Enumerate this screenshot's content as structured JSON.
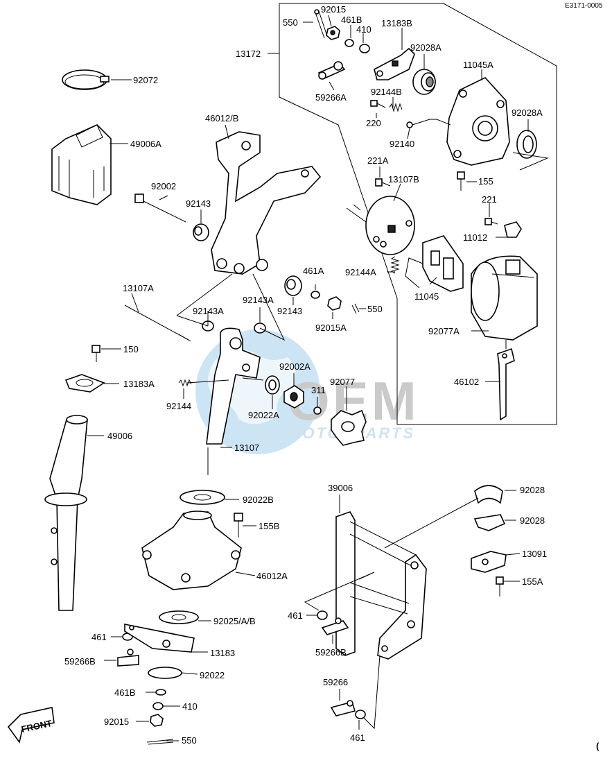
{
  "diagram_code": "E3171-0005",
  "watermark": {
    "brand": "OEM",
    "sub": "MOTORPARTS"
  },
  "front_label": "FRONT",
  "corner_mark": "(",
  "labels": {
    "l550_top": "550",
    "l92015_top": "92015",
    "l461B_top": "461B",
    "l410_top": "410",
    "l13183B": "13183B",
    "l13172": "13172",
    "l92028A_1": "92028A",
    "l11045A": "11045A",
    "l59266A": "59266A",
    "l92144B": "92144B",
    "l220": "220",
    "l92140": "92140",
    "l92028A_2": "92028A",
    "l221A": "221A",
    "l13107B": "13107B",
    "l155": "155",
    "l221": "221",
    "l11012": "11012",
    "l92144A": "92144A",
    "l11045": "11045",
    "l92077A": "92077A",
    "l46102": "46102",
    "l92072": "92072",
    "l49006A": "49006A",
    "l46012B": "46012/B",
    "l92002": "92002",
    "l92143_1": "92143",
    "l461A": "461A",
    "l92143_2": "92143",
    "l92143A_1": "92143A",
    "l92143A_2": "92143A",
    "l92015A": "92015A",
    "l550_mid": "550",
    "l13107A": "13107A",
    "l150": "150",
    "l13183A": "13183A",
    "l92144": "92144",
    "l92002A": "92002A",
    "l92022A": "92022A",
    "l311": "311",
    "l92077": "92077",
    "l49006": "49006",
    "l13107": "13107",
    "l92022B": "92022B",
    "l155B": "155B",
    "l46012A": "46012A",
    "l92025AB": "92025/A/B",
    "l461_left": "461",
    "l13183": "13183",
    "l59266B_left": "59266B",
    "l92022": "92022",
    "l461B_bot": "461B",
    "l410_bot": "410",
    "l92015_bot": "92015",
    "l550_bot": "550",
    "l39006": "39006",
    "l92028_1": "92028",
    "l92028_2": "92028",
    "l13091": "13091",
    "l155A": "155A",
    "l461_right1": "461",
    "l59266B_right": "59266B",
    "l59266": "59266",
    "l461_right2": "461"
  }
}
